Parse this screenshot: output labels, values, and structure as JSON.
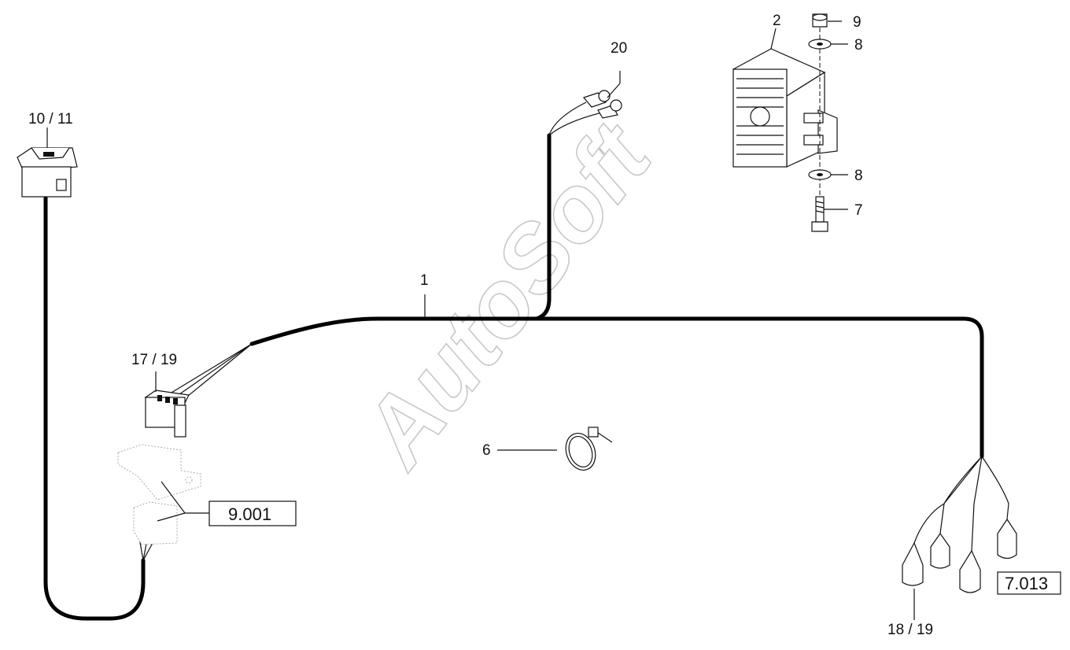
{
  "watermark": "AutoSoft",
  "callouts": {
    "switch": "10 / 11",
    "ground_terminal": "20",
    "alarm": "2",
    "nut": "9",
    "washer_top": "8",
    "washer_bottom": "8",
    "bolt": "7",
    "harness": "1",
    "connector": "17 / 19",
    "cable_tie": "6",
    "ref_left": "9.001",
    "ref_right": "7.013",
    "lamp_connectors": "18 / 19"
  },
  "colors": {
    "cable": "#000000",
    "line": "#111111",
    "watermark_outline": "#c8c8c8"
  }
}
